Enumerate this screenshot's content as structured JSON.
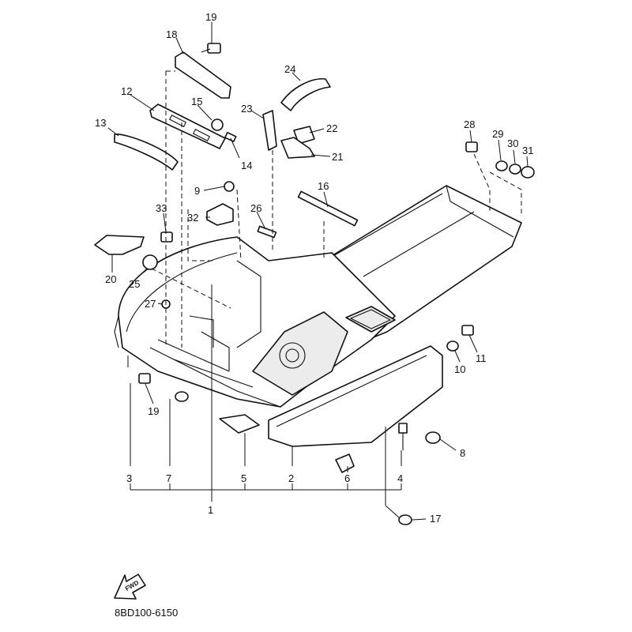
{
  "callouts": [
    "1",
    "2",
    "3",
    "4",
    "5",
    "6",
    "7",
    "8",
    "9",
    "10",
    "11",
    "12",
    "13",
    "14",
    "15",
    "16",
    "17",
    "18",
    "19",
    "19",
    "20",
    "21",
    "22",
    "23",
    "24",
    "25",
    "26",
    "27",
    "28",
    "29",
    "30",
    "31",
    "32",
    "33"
  ],
  "fwd_label": "FWD",
  "diagram_code": "8BD100-6150",
  "colors": {
    "line": "#111111",
    "background": "#ffffff"
  }
}
